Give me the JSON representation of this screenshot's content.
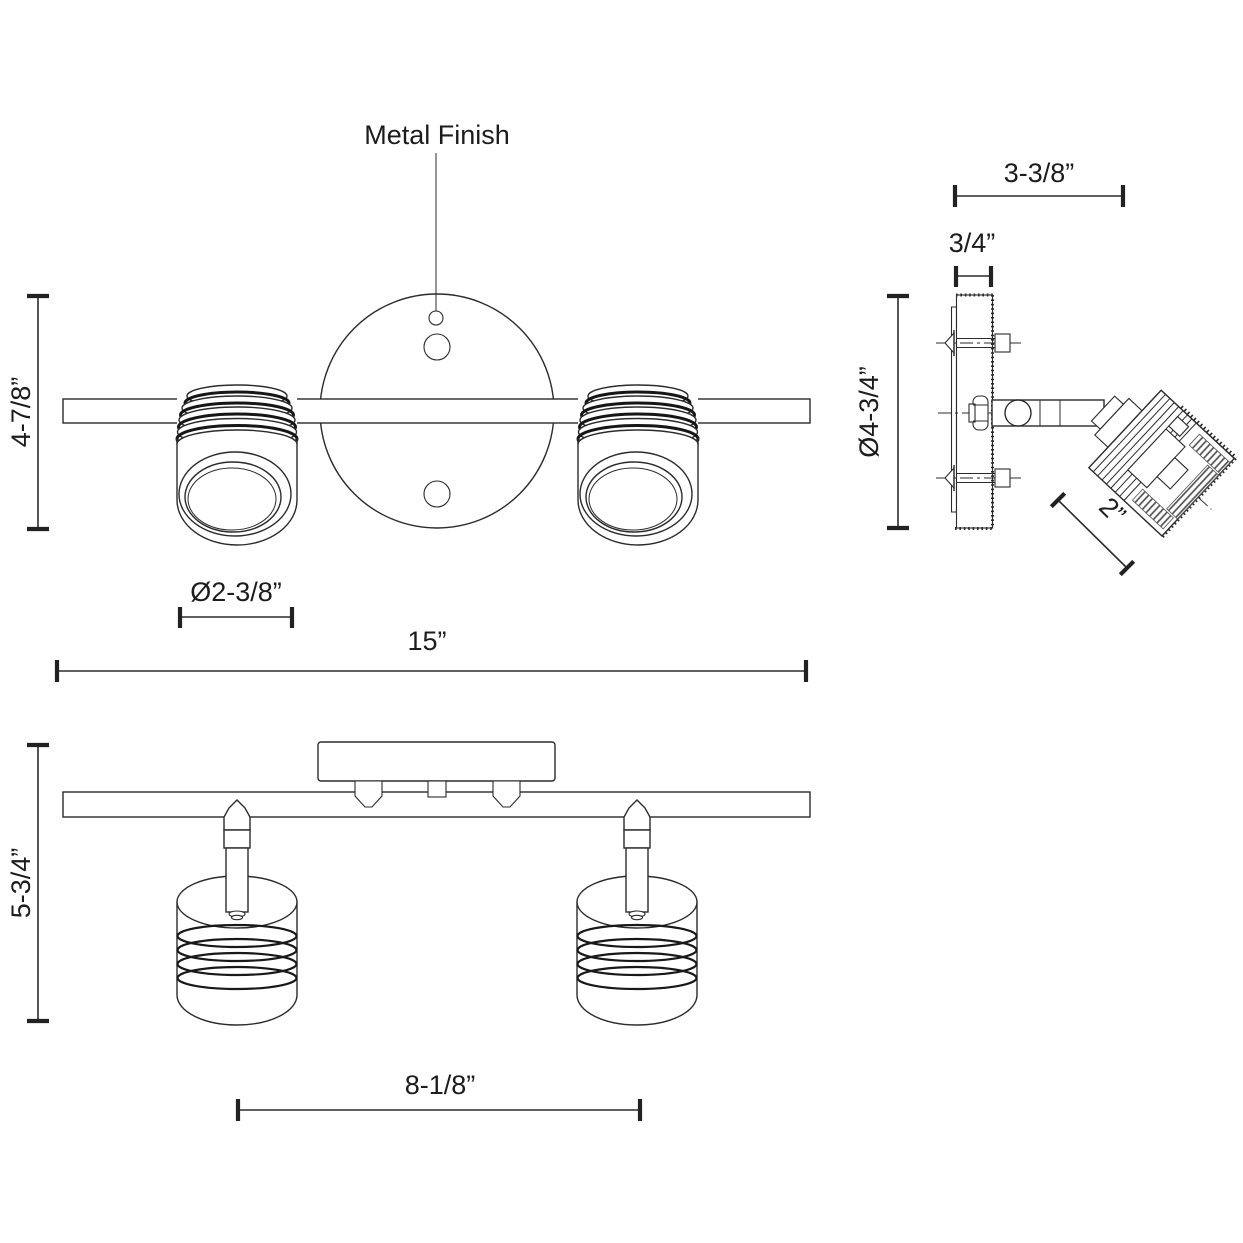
{
  "page": {
    "background": "#ffffff",
    "line_color": "#2b2b2b",
    "text_color": "#1c1c1c"
  },
  "labels": {
    "callout": "Metal Finish",
    "front_height": "4-7/8”",
    "front_head_diameter": "Ø2-3/8”",
    "front_width": "15”",
    "side_depth": "3-3/8”",
    "side_plate_thickness": "3/4”",
    "side_canopy_diameter": "Ø4-3/4”",
    "side_head_length": "2”",
    "bottom_height": "5-3/4”",
    "bottom_head_spacing": "8-1/8”"
  }
}
